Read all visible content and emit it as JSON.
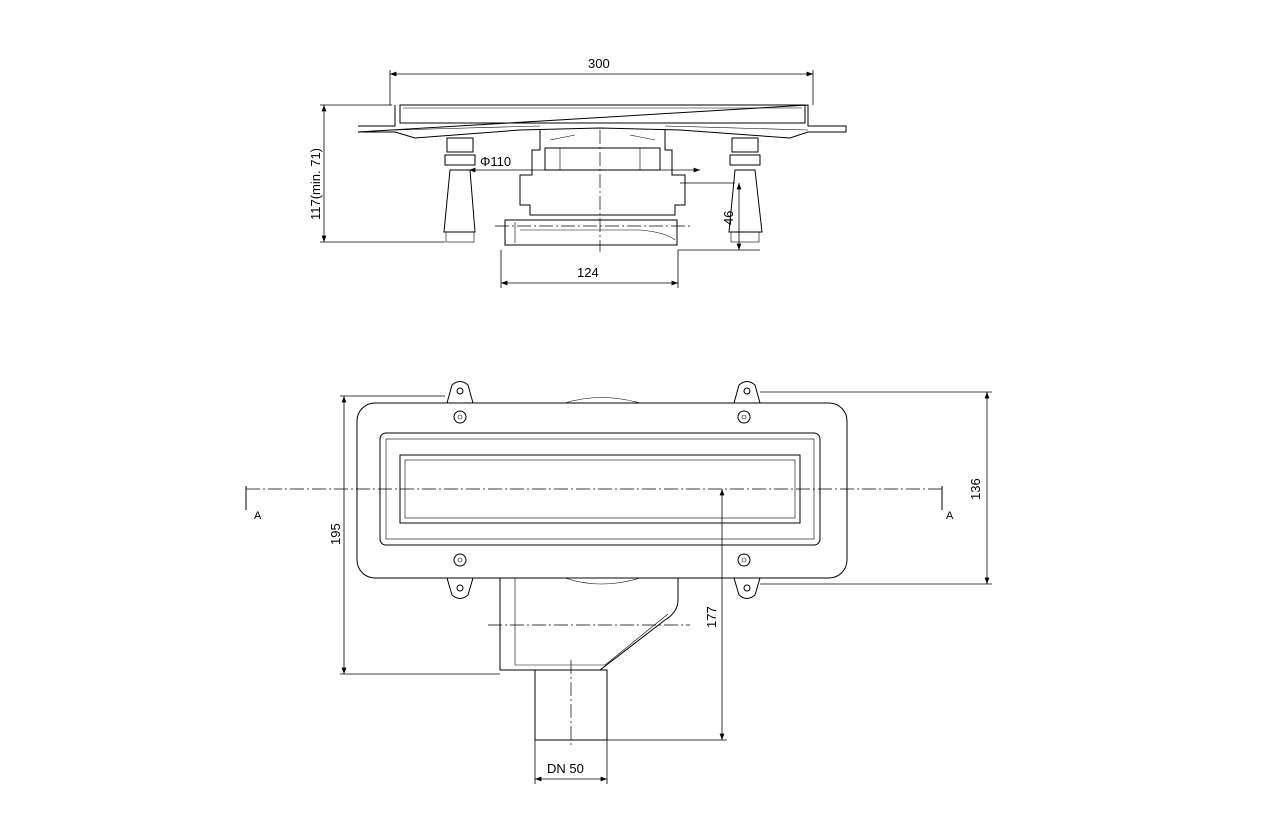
{
  "section_view": {
    "width_dim": "300",
    "height_dim": "117(min. 71)",
    "pipe_diameter": "Φ110",
    "outlet_height": "46",
    "outlet_width": "124"
  },
  "plan_view": {
    "section_marker_left": "A",
    "section_marker_right": "A",
    "overall_depth": "195",
    "frame_depth": "136",
    "outlet_offset": "177",
    "outlet_size": "DN 50"
  }
}
